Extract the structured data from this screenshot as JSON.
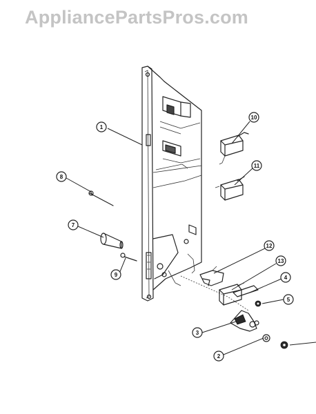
{
  "watermark": {
    "text": "AppliancePartsPros.com"
  },
  "callouts": [
    {
      "label": "1"
    },
    {
      "label": "10"
    },
    {
      "label": "8"
    },
    {
      "label": "11"
    },
    {
      "label": "7"
    },
    {
      "label": "9"
    },
    {
      "label": "12"
    },
    {
      "label": "13"
    },
    {
      "label": "4"
    },
    {
      "label": "5"
    },
    {
      "label": "3"
    },
    {
      "label": "2"
    }
  ]
}
